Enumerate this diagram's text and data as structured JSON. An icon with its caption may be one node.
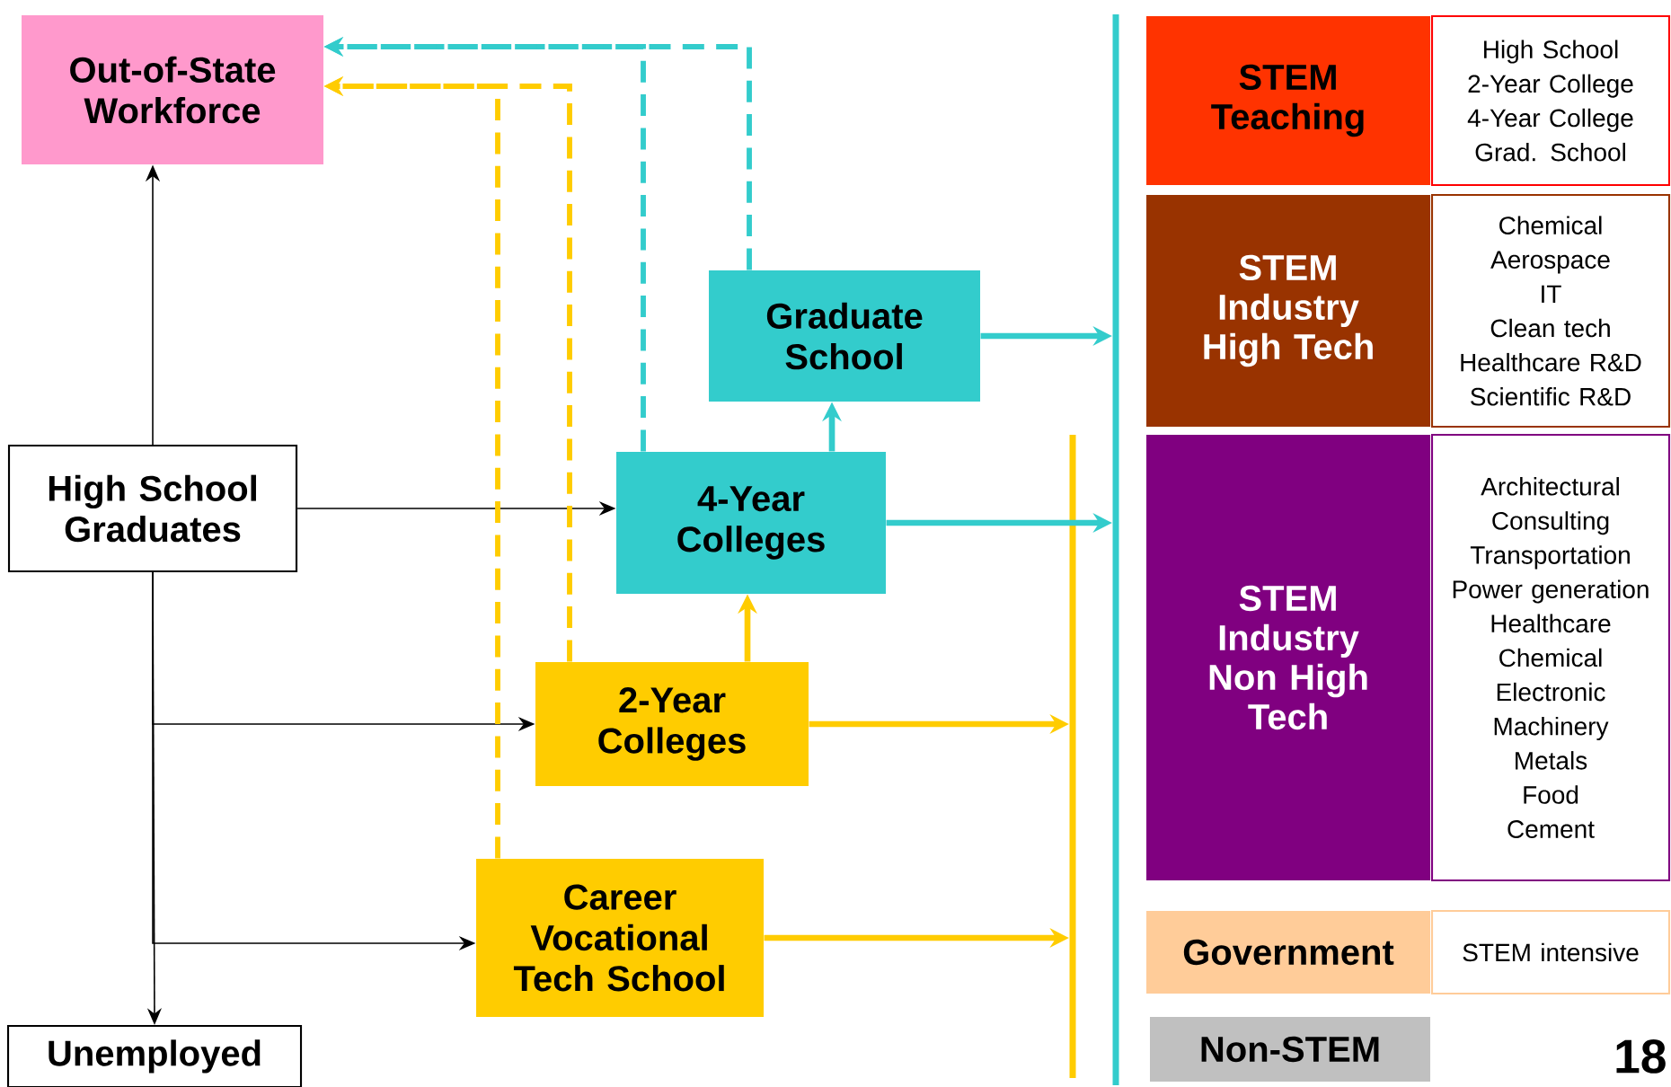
{
  "diagram": {
    "nodes": [
      {
        "text": [
          "Out-of-State Workforce"
        ]
      },
      {
        "text": [
          "High School Graduates"
        ]
      },
      {
        "text": [
          "Graduate School"
        ]
      },
      {
        "text": [
          "4-Year Colleges"
        ]
      },
      {
        "text": [
          "2-Year Colleges"
        ]
      },
      {
        "text": [
          "Career Vocational Tech School"
        ]
      },
      {
        "text": [
          "Unemployed"
        ]
      },
      {
        "text": [],
        "shape": "bar"
      },
      {
        "text": [],
        "shape": "bar"
      },
      {
        "text": [
          "STEM Teaching"
        ]
      },
      {
        "text": [
          "High School",
          "2-Year College",
          "4-Year College",
          "Grad. School"
        ]
      },
      {
        "text": [
          "STEM Industry High Tech"
        ]
      },
      {
        "text": [
          "Chemical",
          "Aerospace",
          "IT",
          "Clean tech",
          "Healthcare R&D",
          "Scientific R&D"
        ]
      },
      {
        "text": [
          "STEM Industry Non High Tech"
        ]
      },
      {
        "text": [
          "Architectural",
          "Consulting",
          "Transportation",
          "Power generation",
          "Healthcare",
          "Chemical",
          "Electronic",
          "Machinery",
          "Metals",
          "Food",
          "Cement"
        ]
      },
      {
        "text": [
          "Government"
        ]
      },
      {
        "text": [
          "STEM intensive"
        ]
      },
      {
        "text": [
          "Non-STEM"
        ]
      }
    ],
    "edges": [
      {
        "from": 1,
        "to": 0,
        "arrow": "to"
      },
      {
        "from": 1,
        "to": 3,
        "arrow": "to"
      },
      {
        "from": 1,
        "to": 4,
        "arrow": "to"
      },
      {
        "from": 1,
        "to": 5,
        "arrow": "to"
      },
      {
        "from": 1,
        "to": 6,
        "arrow": "to"
      },
      {
        "from": 3,
        "to": 2,
        "arrow": "to",
        "color": "#33cccc"
      },
      {
        "from": 4,
        "to": 3,
        "arrow": "to",
        "color": "#ffcc00"
      },
      {
        "from": 2,
        "to": 8,
        "arrow": "to",
        "color": "#33cccc"
      },
      {
        "from": 3,
        "to": 8,
        "arrow": "to",
        "color": "#33cccc"
      },
      {
        "from": 4,
        "to": 7,
        "arrow": "to",
        "color": "#ffcc00"
      },
      {
        "from": 5,
        "to": 7,
        "arrow": "to",
        "color": "#ffcc00"
      },
      {
        "from": 3,
        "to": 0,
        "arrow": "to",
        "style": "dashed",
        "color": "#33cccc"
      },
      {
        "from": 2,
        "to": 0,
        "arrow": "to",
        "style": "dashed",
        "color": "#33cccc"
      },
      {
        "from": 4,
        "to": 0,
        "arrow": "to",
        "style": "dashed",
        "color": "#ffcc00"
      },
      {
        "from": 5,
        "to": 0,
        "arrow": "to",
        "style": "dashed",
        "color": "#ffcc00"
      }
    ],
    "labels": [
      "18"
    ]
  }
}
